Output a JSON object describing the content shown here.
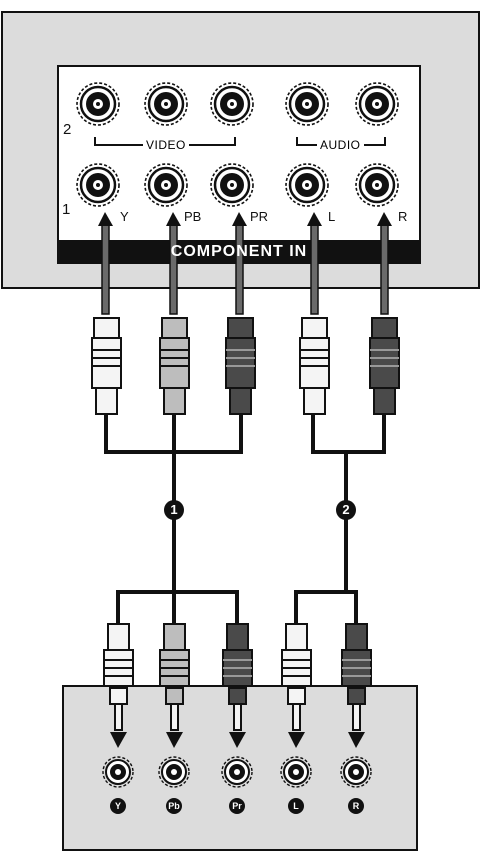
{
  "panel": {
    "row_labels": [
      "2",
      "1"
    ],
    "video_label": "VIDEO",
    "audio_label": "AUDIO",
    "jack_labels": [
      "Y",
      "PB",
      "PR",
      "L",
      "R"
    ],
    "bottom_label": "COMPONENT IN"
  },
  "cables": {
    "badges": [
      "1",
      "2"
    ],
    "plug_colors": [
      "#f4f4f4",
      "#bdbdbd",
      "#4a4a4a",
      "#f4f4f4",
      "#4a4a4a"
    ]
  },
  "source_device": {
    "jack_labels": [
      "Y",
      "Pb",
      "Pr",
      "L",
      "R"
    ]
  },
  "colors": {
    "panel_gray": "#dcdcdc",
    "line": "#111111"
  }
}
